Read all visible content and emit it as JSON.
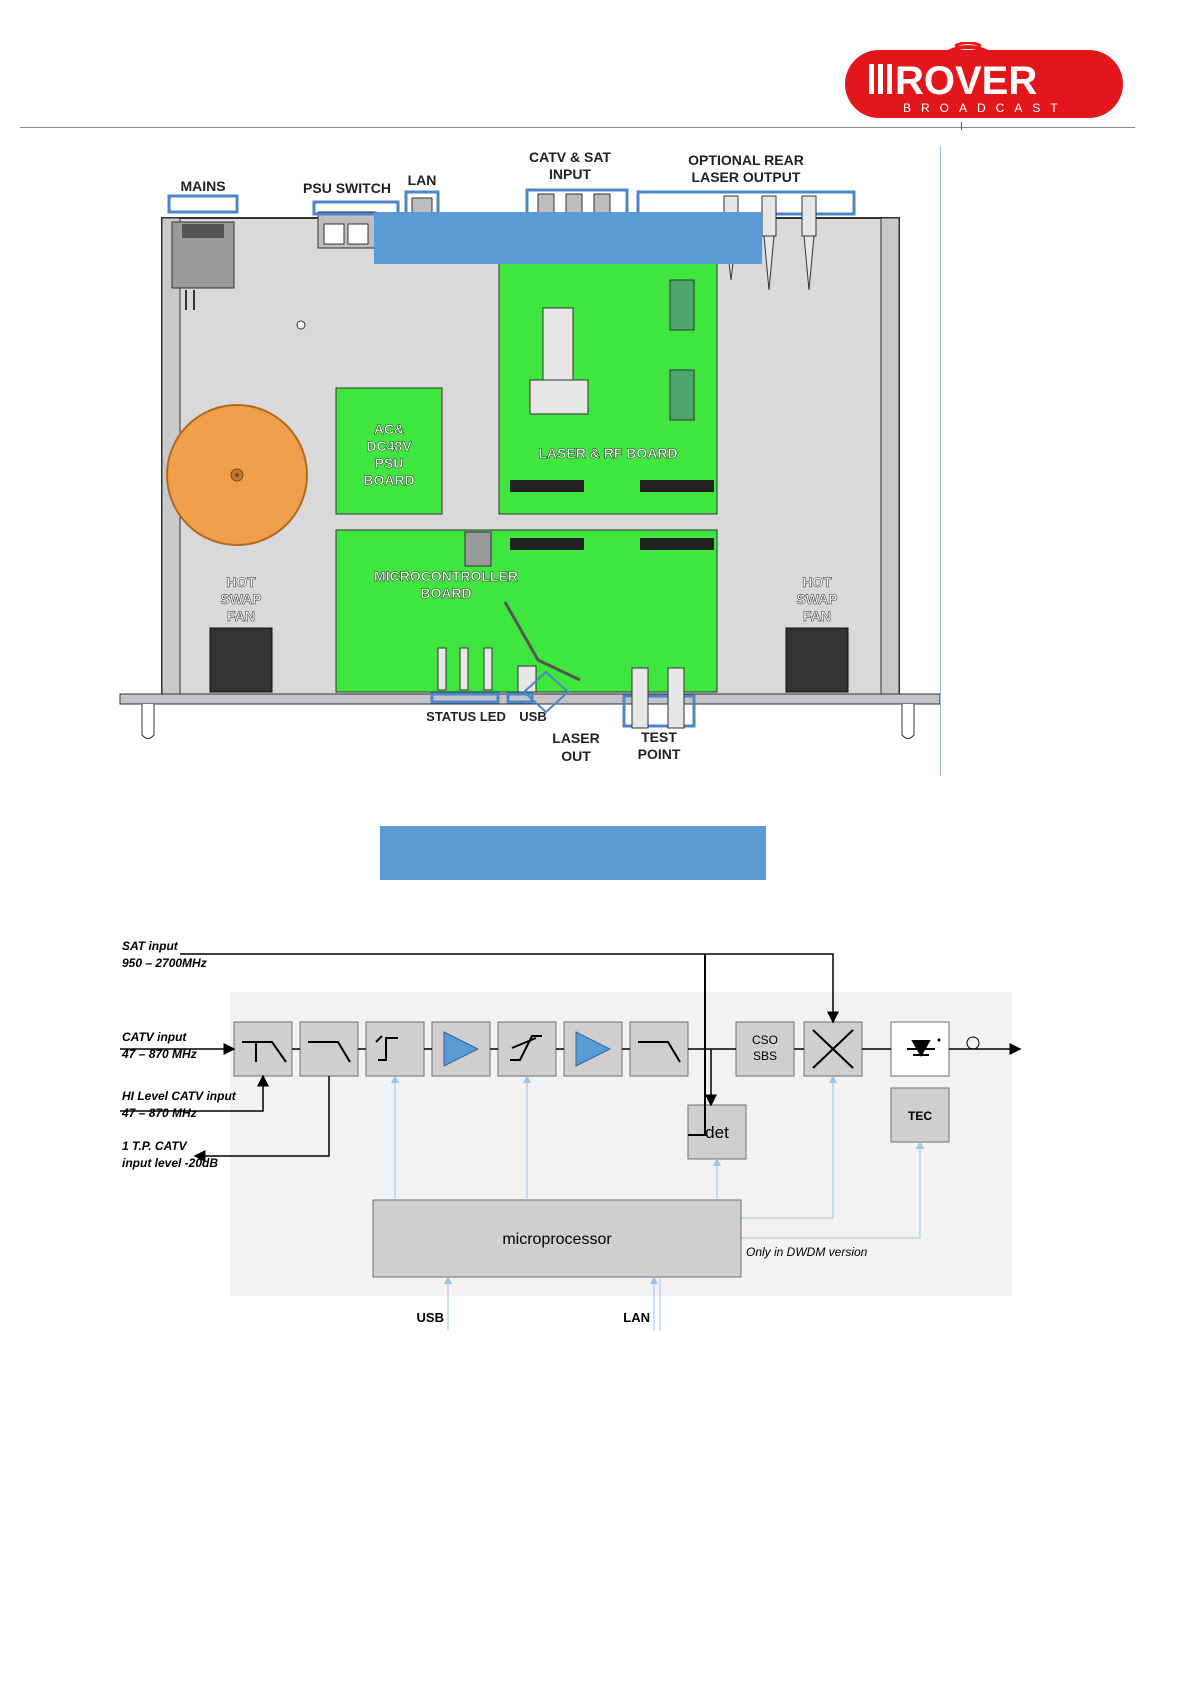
{
  "header": {
    "logo_text": "ROVER",
    "logo_subtext": "BROADCAST",
    "brand_color": "#e3161b"
  },
  "figure1": {
    "labels": {
      "mains": "MAINS",
      "psu_switch": "PSU SWITCH",
      "lan": "LAN",
      "catv_sat_input_line1": "CATV & SAT",
      "catv_sat_input_line2": "INPUT",
      "optional_rear_line1": "OPTIONAL REAR",
      "optional_rear_line2": "LASER OUTPUT",
      "psu_board_line1": "AC&",
      "psu_board_line2": "DC48V",
      "psu_board_line3": "PSU",
      "psu_board_line4": "BOARD",
      "laser_rf_board": "LASER & RF BOARD",
      "micro_board_line1": "MICROCONTROLLER",
      "micro_board_line2": "BOARD",
      "hot_swap_line1": "HOT",
      "hot_swap_line2": "SWAP",
      "hot_swap_line3": "FAN",
      "status_led": "STATUS LED",
      "usb": "USB",
      "laser_out_line1": "LASER",
      "laser_out_line2": "OUT",
      "test_point_line1": "TEST",
      "test_point_line2": "POINT"
    },
    "colors": {
      "board_green": "#3ee63e",
      "chassis_gray": "#d9d9dc",
      "callout_blue": "#4a86c8",
      "transformer_orange": "#f0a04b"
    }
  },
  "figure2": {
    "labels": {
      "sat_input_line1": "SAT input",
      "sat_input_line2": "950 – 2700MHz",
      "catv_input_line1": "CATV input",
      "catv_input_line2": "47 – 870 MHz",
      "hi_level_line1": "HI Level CATV input",
      "hi_level_line2": "47 – 870 MHz",
      "tp_line1": "1 T.P. CATV",
      "tp_line2": "input level -20dB",
      "cso_line1": "CSO",
      "cso_line2": "SBS",
      "det": "det",
      "tec": "TEC",
      "microprocessor": "microprocessor",
      "dwdm_note": "Only in DWDM version",
      "usb": "USB",
      "lan": "LAN"
    },
    "colors": {
      "block_fill": "#d0cece",
      "amp_blue": "#5b9bd5",
      "feedback_line": "#9dc3e6",
      "panel_bg": "#f2f2f2"
    }
  }
}
